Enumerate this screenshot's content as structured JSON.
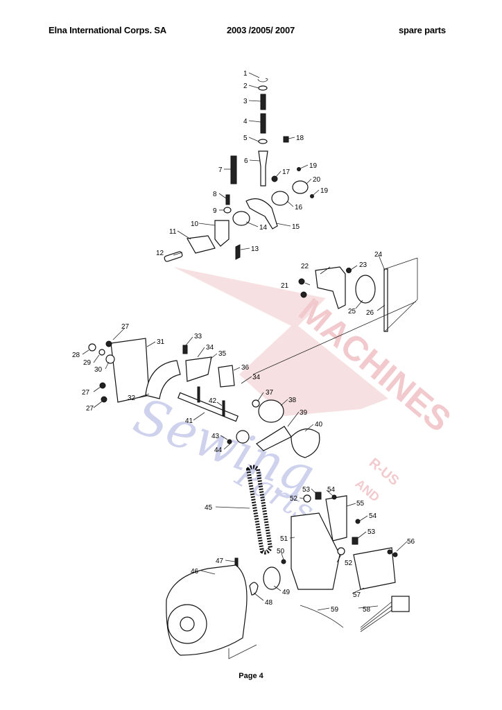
{
  "header": {
    "left": "Elna International Corps. SA",
    "middle": "2003 /2005/ 2007",
    "right": "spare parts"
  },
  "footer": {
    "page": "Page 4"
  },
  "watermark": {
    "text_script": "Sewing",
    "text_big": "MACHINES",
    "text_small": "R-US",
    "text_and": "AND",
    "text_parts": "Parts",
    "colors": {
      "red": "#e8a0a6",
      "blue": "#a9aee0"
    }
  },
  "diagram": {
    "labels": {
      "l1": "1",
      "l2": "2",
      "l3": "3",
      "l4": "4",
      "l5": "5",
      "l6": "6",
      "l7": "7",
      "l8": "8",
      "l9": "9",
      "l10": "10",
      "l11": "11",
      "l12": "12",
      "l13": "13",
      "l14": "14",
      "l15": "15",
      "l16": "16",
      "l17": "17",
      "l18": "18",
      "l19a": "19",
      "l19b": "19",
      "l20": "20",
      "l21": "21",
      "l22": "22",
      "l23": "23",
      "l24": "24",
      "l25": "25",
      "l26": "26",
      "l27a": "27",
      "l27b": "27",
      "l27c": "27",
      "l28": "28",
      "l29": "29",
      "l30": "30",
      "l31": "31",
      "l32": "32",
      "l33": "33",
      "l34a": "34",
      "l34b": "34",
      "l35": "35",
      "l36": "36",
      "l37": "37",
      "l38": "38",
      "l39": "39",
      "l40": "40",
      "l41": "41",
      "l42": "42",
      "l43": "43",
      "l44": "44",
      "l45": "45",
      "l46": "46",
      "l47": "47",
      "l48": "48",
      "l49": "49",
      "l50": "50",
      "l51": "51",
      "l52a": "52",
      "l52b": "52",
      "l53a": "53",
      "l53b": "53",
      "l54a": "54",
      "l54b": "54",
      "l55": "55",
      "l56": "56",
      "l57": "57",
      "l58": "58",
      "l59": "59"
    }
  }
}
